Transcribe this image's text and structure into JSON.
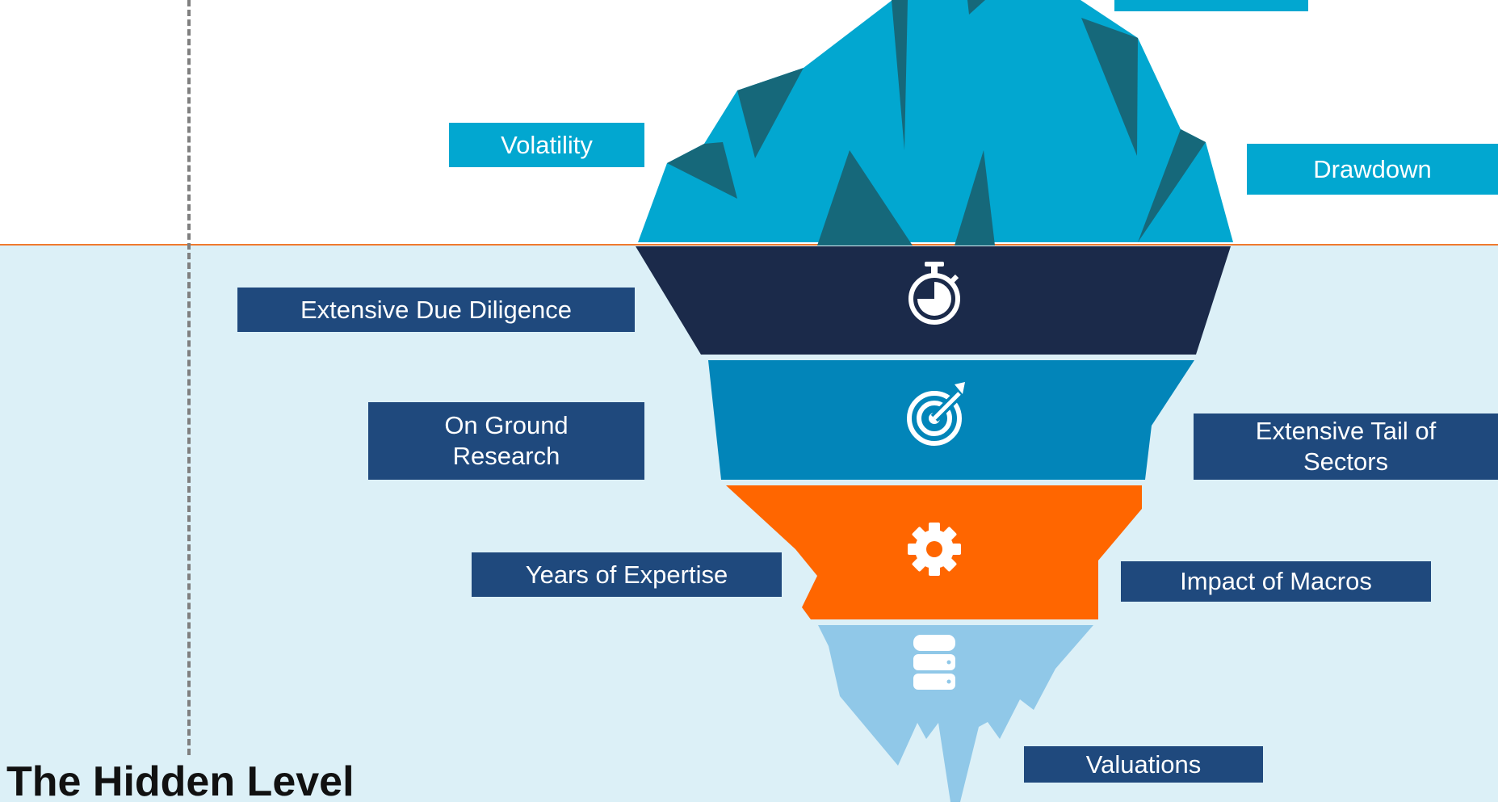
{
  "title": "The Hidden Level",
  "colors": {
    "surface_ice": "#02a7d0",
    "ice_shadow": "#16687a",
    "layer_1": "#1b2a4a",
    "layer_2": "#0285b9",
    "layer_3": "#ff6600",
    "layer_4": "#90c8e8",
    "label_top": "#02a7d0",
    "label_bottom": "#1f497d",
    "waterline": "#f07a2e",
    "water": "#dcf0f7"
  },
  "above_labels": {
    "volatility": "Volatility",
    "drawdown": "Drawdown"
  },
  "below_labels": {
    "due_diligence": "Extensive Due Diligence",
    "on_ground_line1": "On Ground",
    "on_ground_line2": "Research",
    "expertise": "Years of Expertise",
    "tail_line1": "Extensive Tail of",
    "tail_line2": "Sectors",
    "macros": "Impact of Macros",
    "valuations": "Valuations"
  },
  "layer_icons": [
    "stopwatch-icon",
    "target-icon",
    "gear-icon",
    "database-icon"
  ]
}
